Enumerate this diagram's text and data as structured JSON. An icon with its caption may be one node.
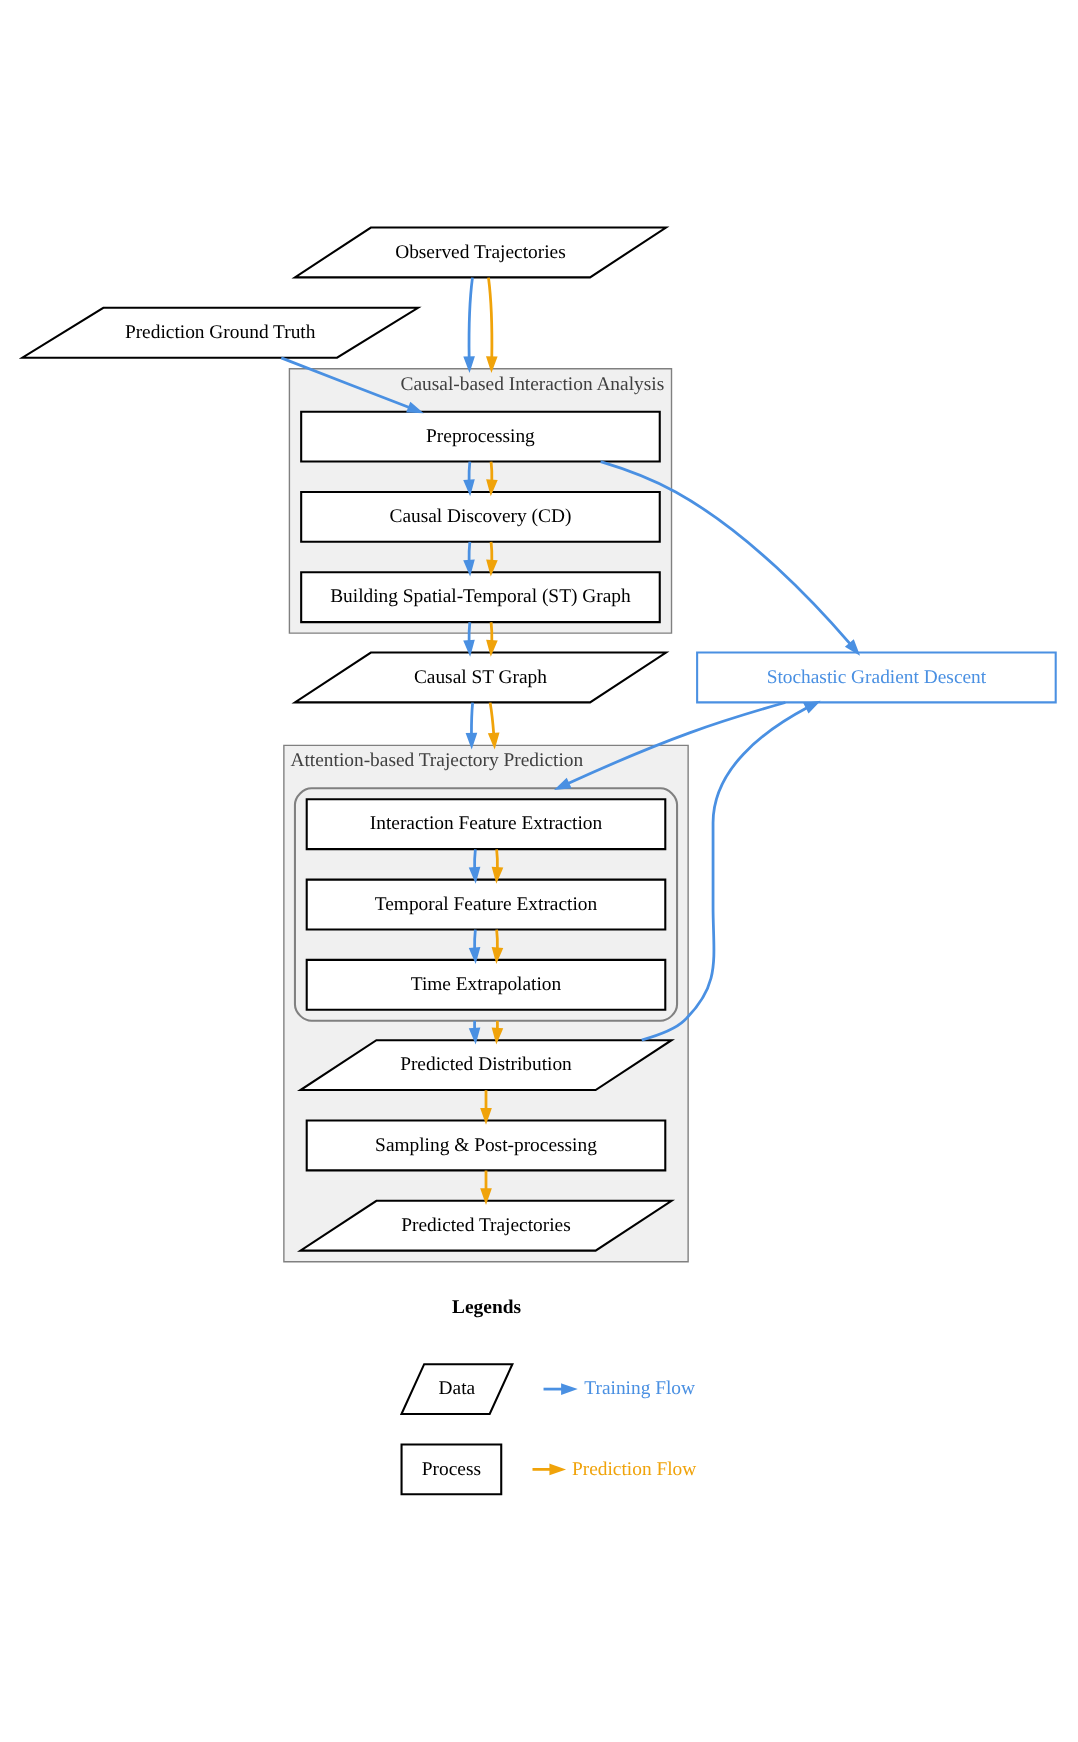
{
  "diagram": {
    "nodes": [
      {
        "text": [
          "Prediction Ground Truth"
        ]
      },
      {
        "text": [
          "Observed Trajectories"
        ]
      },
      {
        "text": [
          "Causal-based Interaction Analysis"
        ]
      },
      {
        "text": [
          "Preprocessing"
        ],
        "in": 2
      },
      {
        "text": [
          "Causal Discovery (CD)"
        ],
        "in": 2
      },
      {
        "text": [
          "Building Spatial-Temporal (ST) Graph"
        ],
        "in": 2
      },
      {
        "text": [
          "Causal ST Graph"
        ]
      },
      {
        "text": [
          "Attention-based Trajectory Prediction"
        ]
      },
      {
        "text": [],
        "shape": "box",
        "in": 7
      },
      {
        "text": [
          "Interaction Feature Extraction"
        ],
        "in": 8
      },
      {
        "text": [
          "Temporal Feature Extraction"
        ],
        "in": 8
      },
      {
        "text": [
          "Time Extrapolation"
        ],
        "in": 8
      },
      {
        "text": [
          "Predicted Distribution"
        ],
        "in": 7
      },
      {
        "text": [
          "Sampling & Post-processing"
        ],
        "in": 7
      },
      {
        "text": [
          "Predicted Trajectories"
        ],
        "in": 7
      },
      {
        "text": [
          "Stochastic Gradient Descent"
        ]
      }
    ],
    "edges": [
      {
        "from": 0,
        "to": 3,
        "arrow": "to",
        "color": "#4a90e2"
      },
      {
        "from": 1,
        "to": 2,
        "arrow": "to",
        "color": "#4a90e2"
      },
      {
        "from": 1,
        "to": 2,
        "arrow": "to",
        "color": "#f0a30a"
      },
      {
        "from": 3,
        "to": 4,
        "arrow": "to",
        "color": "#4a90e2"
      },
      {
        "from": 3,
        "to": 4,
        "arrow": "to",
        "color": "#f0a30a"
      },
      {
        "from": 4,
        "to": 5,
        "arrow": "to",
        "color": "#4a90e2"
      },
      {
        "from": 4,
        "to": 5,
        "arrow": "to",
        "color": "#f0a30a"
      },
      {
        "from": 5,
        "to": 6,
        "arrow": "to",
        "color": "#4a90e2"
      },
      {
        "from": 5,
        "to": 6,
        "arrow": "to",
        "color": "#f0a30a"
      },
      {
        "from": 6,
        "to": 7,
        "arrow": "to",
        "color": "#4a90e2"
      },
      {
        "from": 6,
        "to": 7,
        "arrow": "to",
        "color": "#f0a30a"
      },
      {
        "from": 9,
        "to": 10,
        "arrow": "to",
        "color": "#4a90e2"
      },
      {
        "from": 9,
        "to": 10,
        "arrow": "to",
        "color": "#f0a30a"
      },
      {
        "from": 10,
        "to": 11,
        "arrow": "to",
        "color": "#4a90e2"
      },
      {
        "from": 10,
        "to": 11,
        "arrow": "to",
        "color": "#f0a30a"
      },
      {
        "from": 8,
        "to": 12,
        "arrow": "to",
        "color": "#4a90e2"
      },
      {
        "from": 8,
        "to": 12,
        "arrow": "to",
        "color": "#f0a30a"
      },
      {
        "from": 12,
        "to": 13,
        "arrow": "to",
        "color": "#f0a30a"
      },
      {
        "from": 13,
        "to": 14,
        "arrow": "to",
        "color": "#f0a30a"
      },
      {
        "from": 3,
        "to": 15,
        "arrow": "to",
        "color": "#4a90e2"
      },
      {
        "from": 12,
        "to": 15,
        "arrow": "to",
        "color": "#4a90e2"
      },
      {
        "from": 15,
        "to": 8,
        "arrow": "to",
        "color": "#4a90e2"
      }
    ],
    "labels": [
      "Legends"
    ],
    "legend": [
      {
        "text": "Data"
      },
      {
        "text": "Process"
      },
      {
        "text": "Training Flow",
        "color": "#4a90e2"
      },
      {
        "text": "Prediction Flow",
        "color": "#f0a30a"
      }
    ]
  }
}
